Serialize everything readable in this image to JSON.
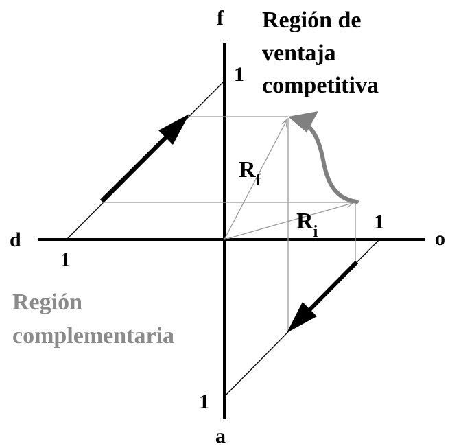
{
  "axes": {
    "top": "f",
    "bottom": "a",
    "left": "d",
    "right": "o"
  },
  "ticks": {
    "top": "1",
    "right": "1",
    "left": "1",
    "bottom": "1"
  },
  "regions": {
    "competitive": [
      "Región de",
      "ventaja",
      "competitiva"
    ],
    "complementary": [
      "Región",
      "complementaria"
    ]
  },
  "vectors": {
    "final": {
      "base": "R",
      "sub": "f"
    },
    "initial": {
      "base": "R",
      "sub": "i"
    }
  },
  "colors": {
    "axis": "#000000",
    "thin_line": "#000000",
    "projection_line": "#9a9a9a",
    "gray_text": "#8a8a8a",
    "gray_arrow": "#808080"
  }
}
